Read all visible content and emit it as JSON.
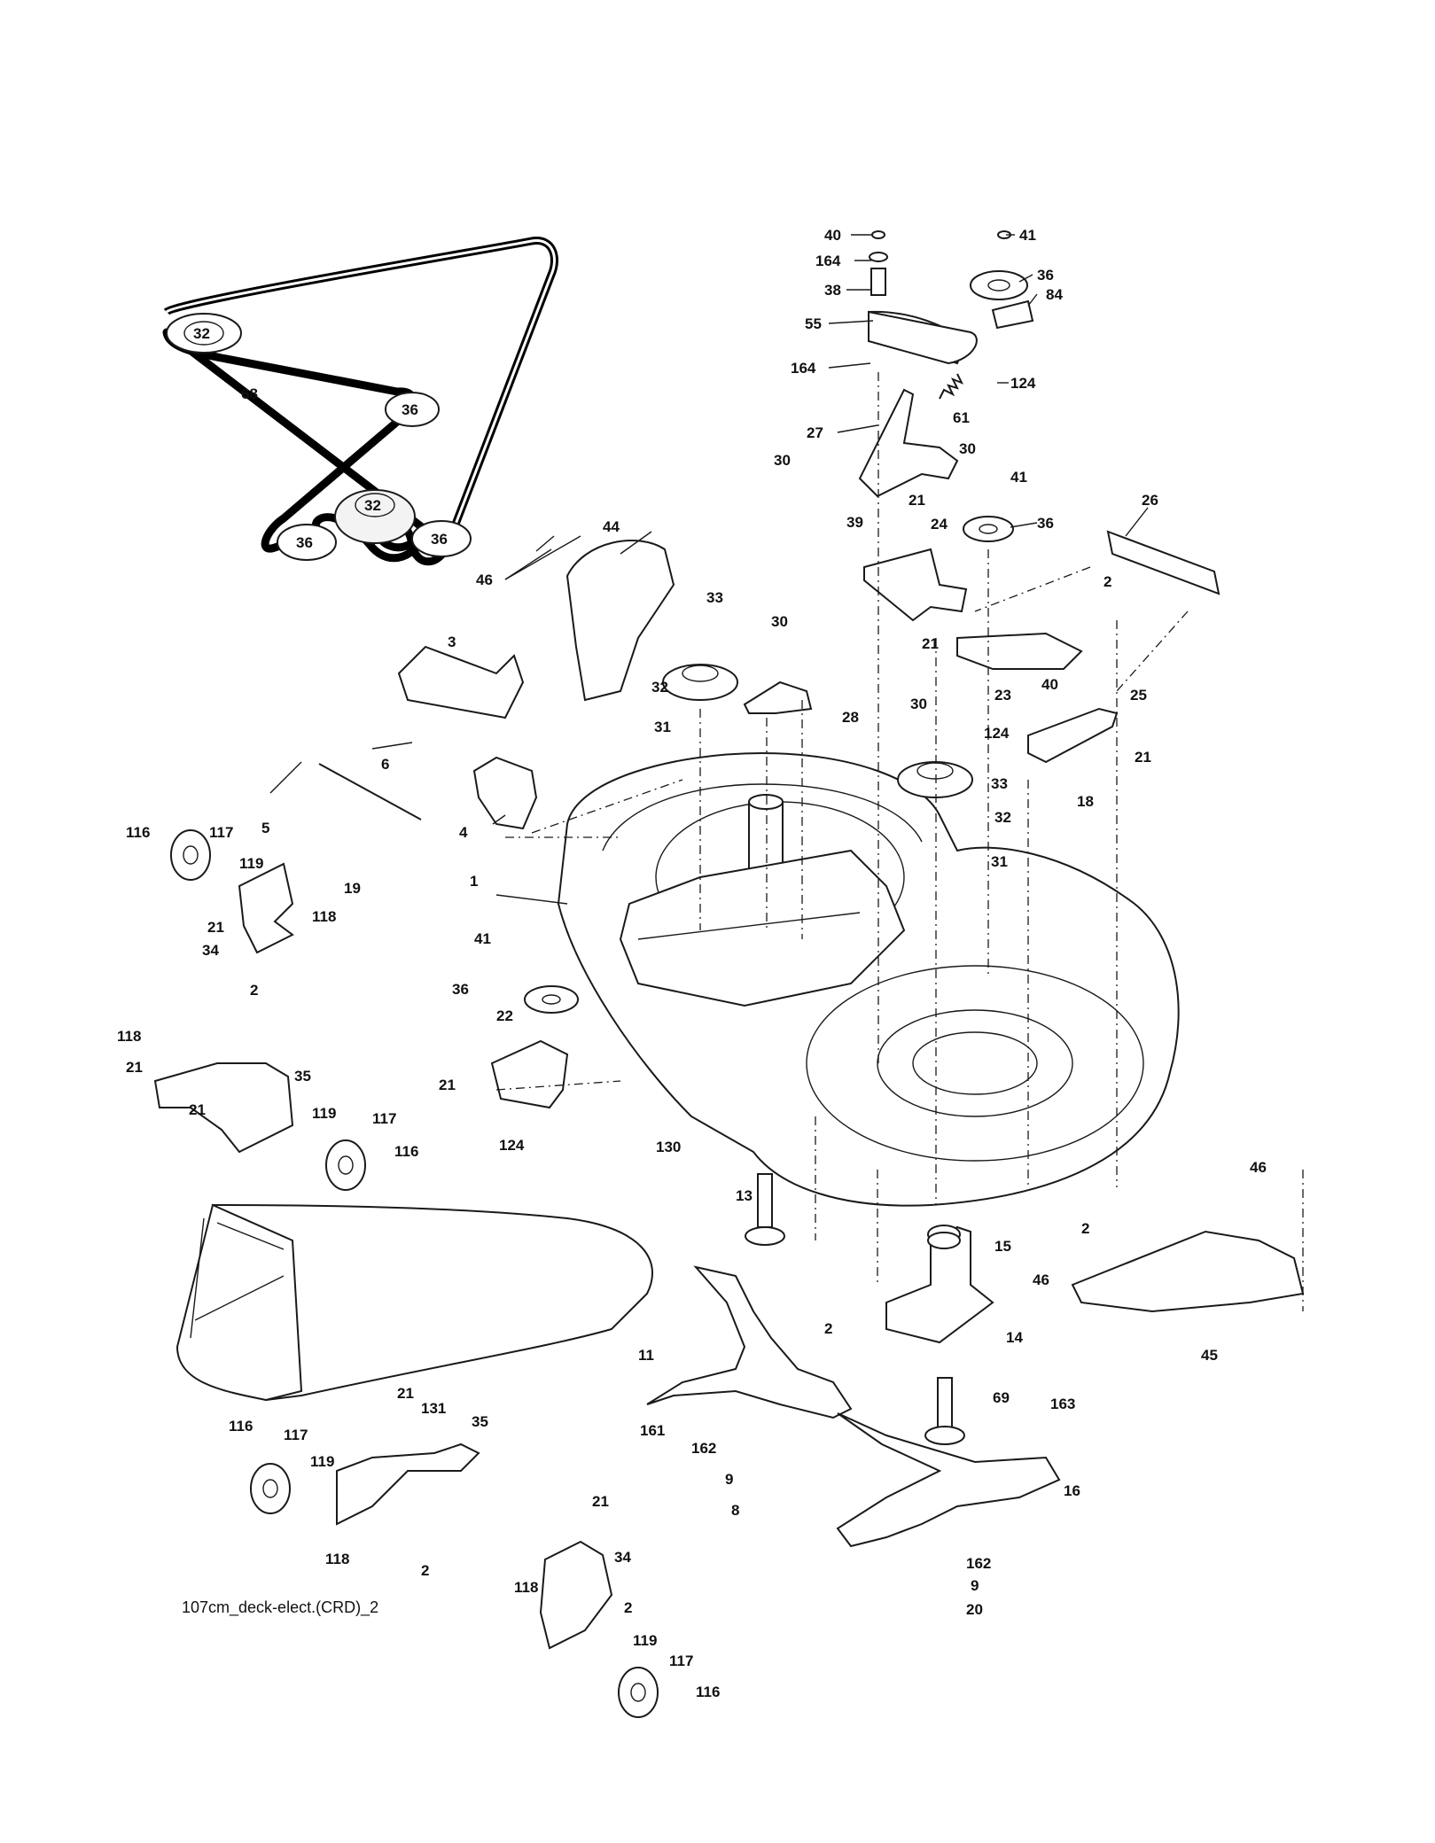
{
  "diagram": {
    "caption": "107cm_deck-elect.(CRD)_2",
    "belt_pulley_labels": [
      "32",
      "36",
      "32",
      "36",
      "36"
    ],
    "callouts": [
      "40",
      "164",
      "38",
      "55",
      "164",
      "41",
      "36",
      "84",
      "124",
      "61",
      "30",
      "27",
      "30",
      "41",
      "36",
      "39",
      "21",
      "26",
      "2",
      "24",
      "44",
      "46",
      "3",
      "33",
      "30",
      "21",
      "32",
      "28",
      "23",
      "40",
      "25",
      "21",
      "30",
      "124",
      "6",
      "5",
      "4",
      "33",
      "32",
      "31",
      "31",
      "18",
      "116",
      "117",
      "19",
      "1",
      "119",
      "21",
      "118",
      "34",
      "2",
      "41",
      "36",
      "118",
      "21",
      "35",
      "22",
      "21",
      "119",
      "117",
      "116",
      "21",
      "124",
      "130",
      "46",
      "13",
      "15",
      "46",
      "2",
      "14",
      "45",
      "2",
      "11",
      "69",
      "163",
      "161",
      "162",
      "9",
      "8",
      "16",
      "21",
      "35",
      "116",
      "117",
      "119",
      "131",
      "118",
      "2",
      "21",
      "34",
      "118",
      "2",
      "162",
      "9",
      "20",
      "119",
      "117",
      "116",
      "68",
      "32"
    ]
  }
}
